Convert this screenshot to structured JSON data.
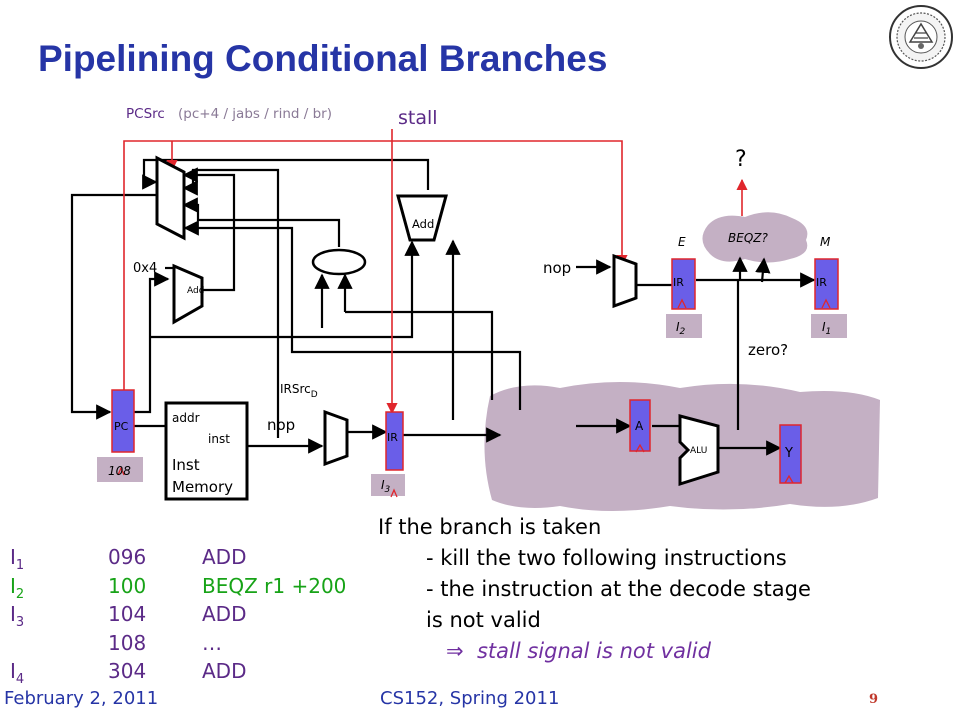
{
  "slide": {
    "title": "Pipelining Conditional Branches",
    "footer_date": "February 2, 2011",
    "footer_course": "CS152, Spring 2011",
    "page_number": "9"
  },
  "diagram": {
    "pcsrc_label": "PCSrc",
    "pcsrc_options": "(pc+4 / jabs / rind / br)",
    "stall_label": "stall",
    "question_mark": "?",
    "const_label": "0x4",
    "pc_add_label": "Add",
    "branch_add_label": "Add",
    "beqz_label": "BEQZ?",
    "stage_e_label": "E",
    "stage_m_label": "M",
    "nop_top": "nop",
    "nop_bottom": "nop",
    "ir_label": "IR",
    "i2_tag": "I",
    "i2_tag_sub": "2",
    "i1_tag": "I",
    "i1_tag_sub": "1",
    "i3_tag": "I",
    "i3_tag_sub": "3",
    "zero_label": "zero?",
    "irsrc_label": "IRSrc",
    "irsrc_sub": "D",
    "pc_label": "PC",
    "pc_value": "108",
    "mem_addr": "addr",
    "mem_inst": "inst",
    "mem_title_1": "Inst",
    "mem_title_2": "Memory",
    "a_label": "A",
    "alu_label": "ALU",
    "y_label": "Y"
  },
  "instructions": [
    {
      "label": "I",
      "sub": "1",
      "address": "096",
      "op": "ADD",
      "color": "#5b2a87"
    },
    {
      "label": "I",
      "sub": "2",
      "address": "100",
      "op": "BEQZ r1 +200",
      "color": "#17a317"
    },
    {
      "label": "I",
      "sub": "3",
      "address": "104",
      "op": "ADD",
      "color": "#5b2a87"
    },
    {
      "label": "",
      "sub": "",
      "address": "108",
      "op": "…",
      "color": "#5b2a87"
    },
    {
      "label": "I",
      "sub": "4",
      "address": "304",
      "op": "ADD",
      "color": "#5b2a87"
    }
  ],
  "explanation": {
    "line1": "If the branch is taken",
    "line2": "- kill the two following instructions",
    "line3": "- the instruction at the decode stage",
    "line4": "is not valid",
    "arrow": "⇒",
    "line5": "stall signal is not valid"
  },
  "colors": {
    "title": "#2635a6",
    "register_fill": "#6a5ee8",
    "tag_fill": "#c4b0c4",
    "control_wire": "#e0262c",
    "label_purple": "#5b2a87",
    "highlight_green": "#17a317"
  }
}
